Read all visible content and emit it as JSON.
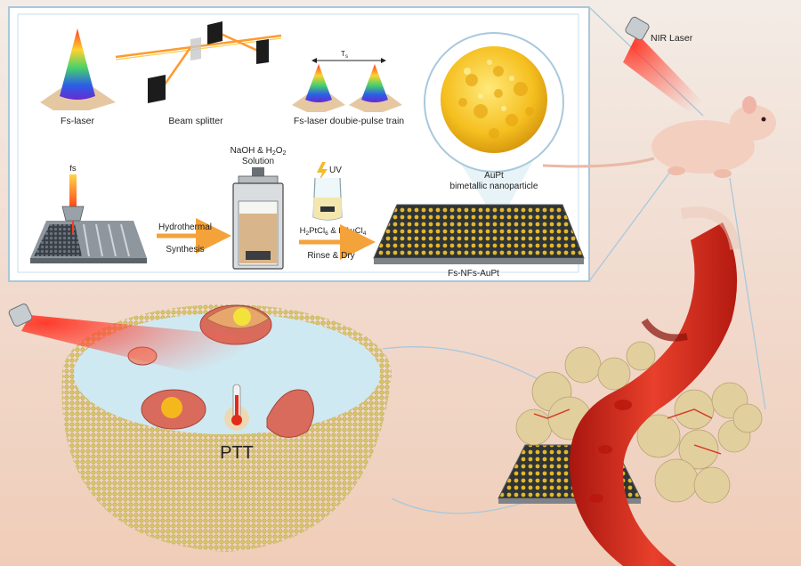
{
  "labels": {
    "fs_laser": "Fs-laser",
    "beam_splitter": "Beam splitter",
    "double_pulse": "Fs-laser doubie-pulse train",
    "tau": "T",
    "tau_sub": "s",
    "fs": "fs",
    "hydrothermal_1": "Hydrothermal",
    "hydrothermal_2": "Synthesis",
    "naoh_a": "NaOH & H",
    "naoh_sub": "2",
    "naoh_b": "O",
    "naoh_c": "2",
    "solution": "Solution",
    "uv": "UV",
    "h2ptcl6_a": "H",
    "h2ptcl6_b": "2",
    "h2ptcl6_c": "PtCl",
    "h2ptcl6_d": "6",
    "h2ptcl6_e": " & HAuCl",
    "h2ptcl6_f": "4",
    "rinse_dry": "Rinse & Dry",
    "auPt_1": "AuPt",
    "auPt_2": "bimetallic nanoparticle",
    "substrate": "Fs-NFs-AuPt",
    "nir_laser": "NIR Laser",
    "ptt": "PTT"
  },
  "colors": {
    "inset_border": "#a9c8dc",
    "inset_fill": "#ffffff",
    "arrow": "#f4a23a",
    "laser_red": "#e42a1e",
    "gold": "#f2c230",
    "vessel": "#d62b1f",
    "tumor": "#e3d2a3",
    "membrane": "#d8cf72",
    "cytoplasm": "#bfe2ef"
  },
  "icons": [
    "laser-head-icon",
    "lightning-icon",
    "thermometer-icon"
  ]
}
